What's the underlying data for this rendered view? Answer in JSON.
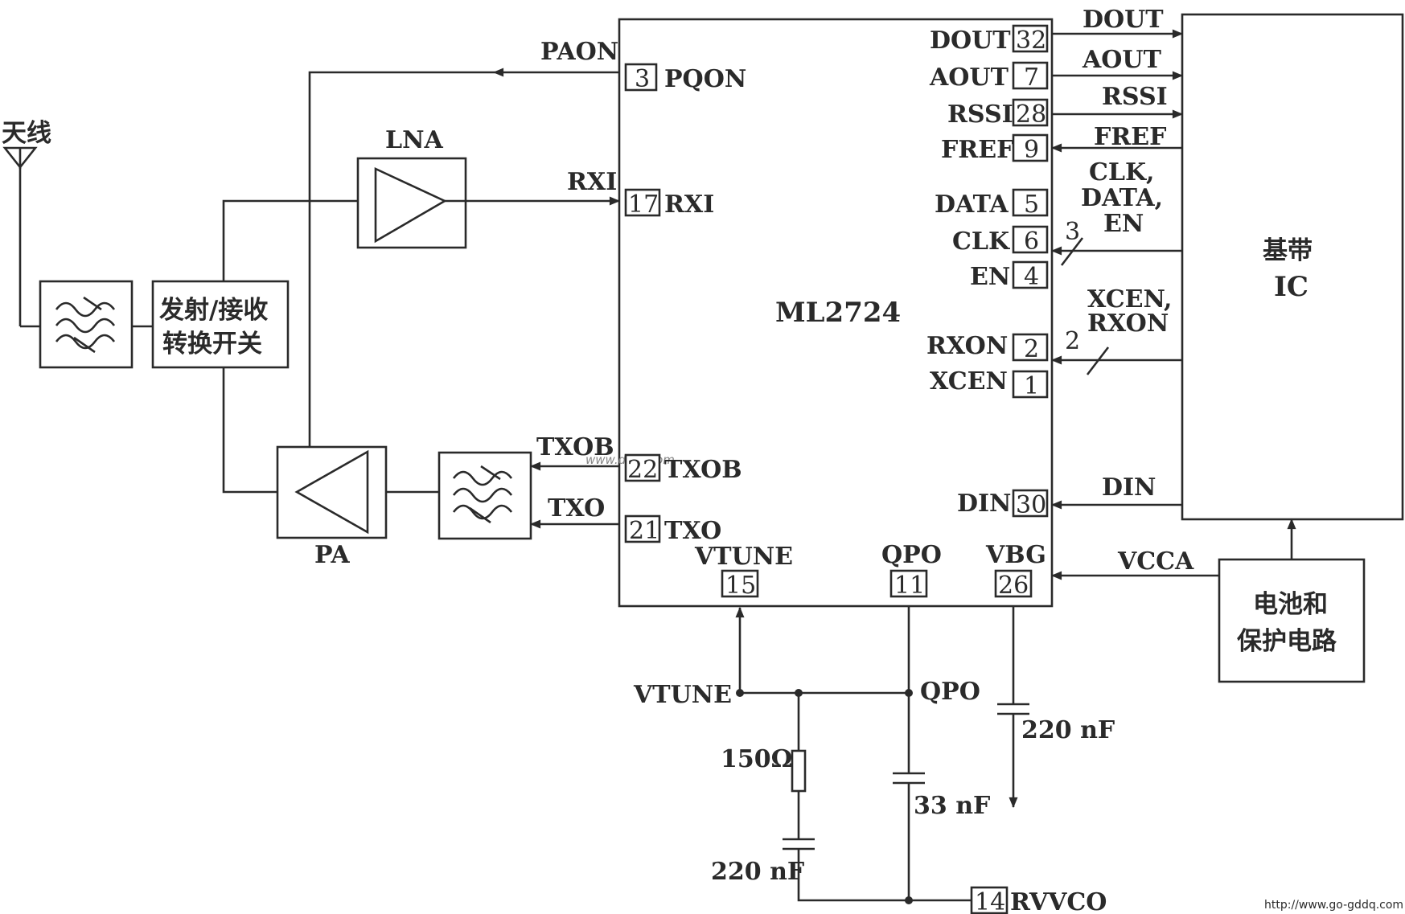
{
  "chip": {
    "name": "ML2724"
  },
  "baseband": {
    "line1": "基带",
    "line2": "IC"
  },
  "battery": {
    "line1": "电池和",
    "line2": "保护电路"
  },
  "switch_block": {
    "line1": "发射/接收",
    "line2": "转换开关"
  },
  "antenna": {
    "label": "天线"
  },
  "lna": {
    "label": "LNA"
  },
  "pa": {
    "label": "PA"
  },
  "left_pins": [
    {
      "num": "3",
      "name": "PQON",
      "signal": "PAON"
    },
    {
      "num": "17",
      "name": "RXI",
      "signal": "RXI"
    },
    {
      "num": "22",
      "name": "TXOB",
      "signal": "TXOB"
    },
    {
      "num": "21",
      "name": "TXO",
      "signal": "TXO"
    }
  ],
  "right_pins": [
    {
      "num": "32",
      "name": "DOUT"
    },
    {
      "num": "7",
      "name": "AOUT"
    },
    {
      "num": "28",
      "name": "RSSI"
    },
    {
      "num": "9",
      "name": "FREF"
    },
    {
      "num": "5",
      "name": "DATA"
    },
    {
      "num": "6",
      "name": "CLK"
    },
    {
      "num": "4",
      "name": "EN"
    },
    {
      "num": "2",
      "name": "RXON"
    },
    {
      "num": "1",
      "name": "XCEN"
    },
    {
      "num": "30",
      "name": "DIN"
    }
  ],
  "bottom_pins": [
    {
      "num": "15",
      "name": "VTUNE"
    },
    {
      "num": "11",
      "name": "QPO"
    },
    {
      "num": "26",
      "name": "VBG"
    }
  ],
  "bus_signals": {
    "dout": "DOUT",
    "aout": "AOUT",
    "rssi": "RSSI",
    "fref": "FREF",
    "ctrl_line1": "CLK,",
    "ctrl_line2": "DATA,",
    "ctrl_line3": "EN",
    "ctrl_count": "3",
    "mode_line1": "XCEN,",
    "mode_line2": "RXON",
    "mode_count": "2",
    "din": "DIN",
    "vcca": "VCCA"
  },
  "loop_filter": {
    "vtune_node": "VTUNE",
    "qpo_node": "QPO",
    "resistor": "150Ω",
    "cap_series": "220 nF",
    "cap_qpo": "33 nF",
    "cap_vbg": "220 nF",
    "rvvco_num": "14",
    "rvvco_name": "RVVCO"
  },
  "watermark": "www.dzsc.com",
  "source_url": "http://www.go-gddq.com"
}
